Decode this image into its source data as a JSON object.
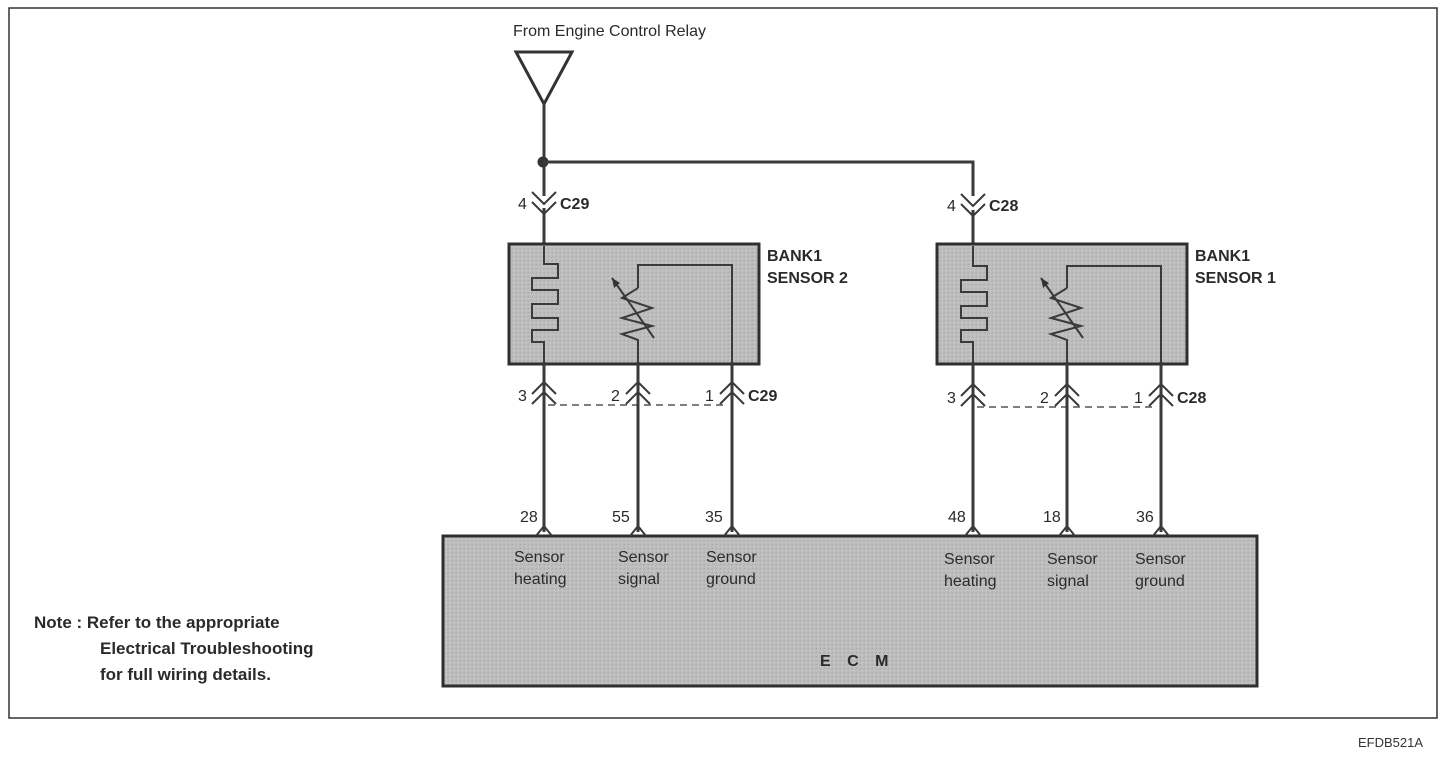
{
  "source_label": "From Engine Control Relay",
  "connectors": {
    "c29_top": {
      "pin": "4",
      "name": "C29"
    },
    "c28_top": {
      "pin": "4",
      "name": "C28"
    },
    "c29_bottom": {
      "pins": [
        "3",
        "2",
        "1"
      ],
      "name": "C29"
    },
    "c28_bottom": {
      "pins": [
        "3",
        "2",
        "1"
      ],
      "name": "C28"
    }
  },
  "sensors": {
    "bank1_sensor2": {
      "line1": "BANK1",
      "line2": "SENSOR 2"
    },
    "bank1_sensor1": {
      "line1": "BANK1",
      "line2": "SENSOR 1"
    }
  },
  "ecm": {
    "title": "E C M",
    "pins": [
      {
        "number": "28",
        "line1": "Sensor",
        "line2": "heating"
      },
      {
        "number": "55",
        "line1": "Sensor",
        "line2": "signal"
      },
      {
        "number": "35",
        "line1": "Sensor",
        "line2": "ground"
      },
      {
        "number": "48",
        "line1": "Sensor",
        "line2": "heating"
      },
      {
        "number": "18",
        "line1": "Sensor",
        "line2": "signal"
      },
      {
        "number": "36",
        "line1": "Sensor",
        "line2": "ground"
      }
    ]
  },
  "note": {
    "line1": "Note : Refer to the appropriate",
    "line2": "Electrical Troubleshooting",
    "line3": "for full wiring details."
  },
  "figure_id": "EFDB521A"
}
